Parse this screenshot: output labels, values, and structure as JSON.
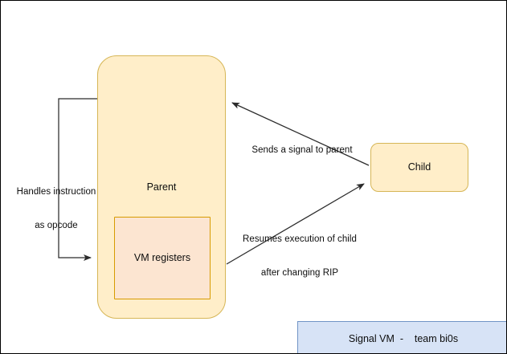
{
  "diagram": {
    "title": "Signal VM",
    "colors": {
      "node_fill": "#ffeec9",
      "node_border": "#d6b656",
      "registers_fill": "#fce5d1",
      "registers_border": "#d79b00",
      "edge_stroke": "#2b2b2b",
      "banner_fill": "#d7e3f6",
      "banner_border": "#7194c6",
      "page_border": "#000000",
      "text": "#0d0d0d"
    },
    "nodes": [
      {
        "id": "parent",
        "label": "Parent"
      },
      {
        "id": "vm-registers",
        "label": "VM registers"
      },
      {
        "id": "child",
        "label": "Child"
      }
    ],
    "edges": [
      {
        "id": "self-loop",
        "from": "parent",
        "to": "parent",
        "label_line1": "Handles instruction",
        "label_line2": "as opcode"
      },
      {
        "id": "child-to-parent",
        "from": "child",
        "to": "parent",
        "label_line1": "Sends a signal to parent",
        "label_line2": ""
      },
      {
        "id": "parent-to-child",
        "from": "vm-registers",
        "to": "child",
        "label_line1": "Resumes execution of child",
        "label_line2": "after changing RIP"
      }
    ]
  },
  "footer": {
    "text": "Signal VM  -    team bi0s"
  }
}
